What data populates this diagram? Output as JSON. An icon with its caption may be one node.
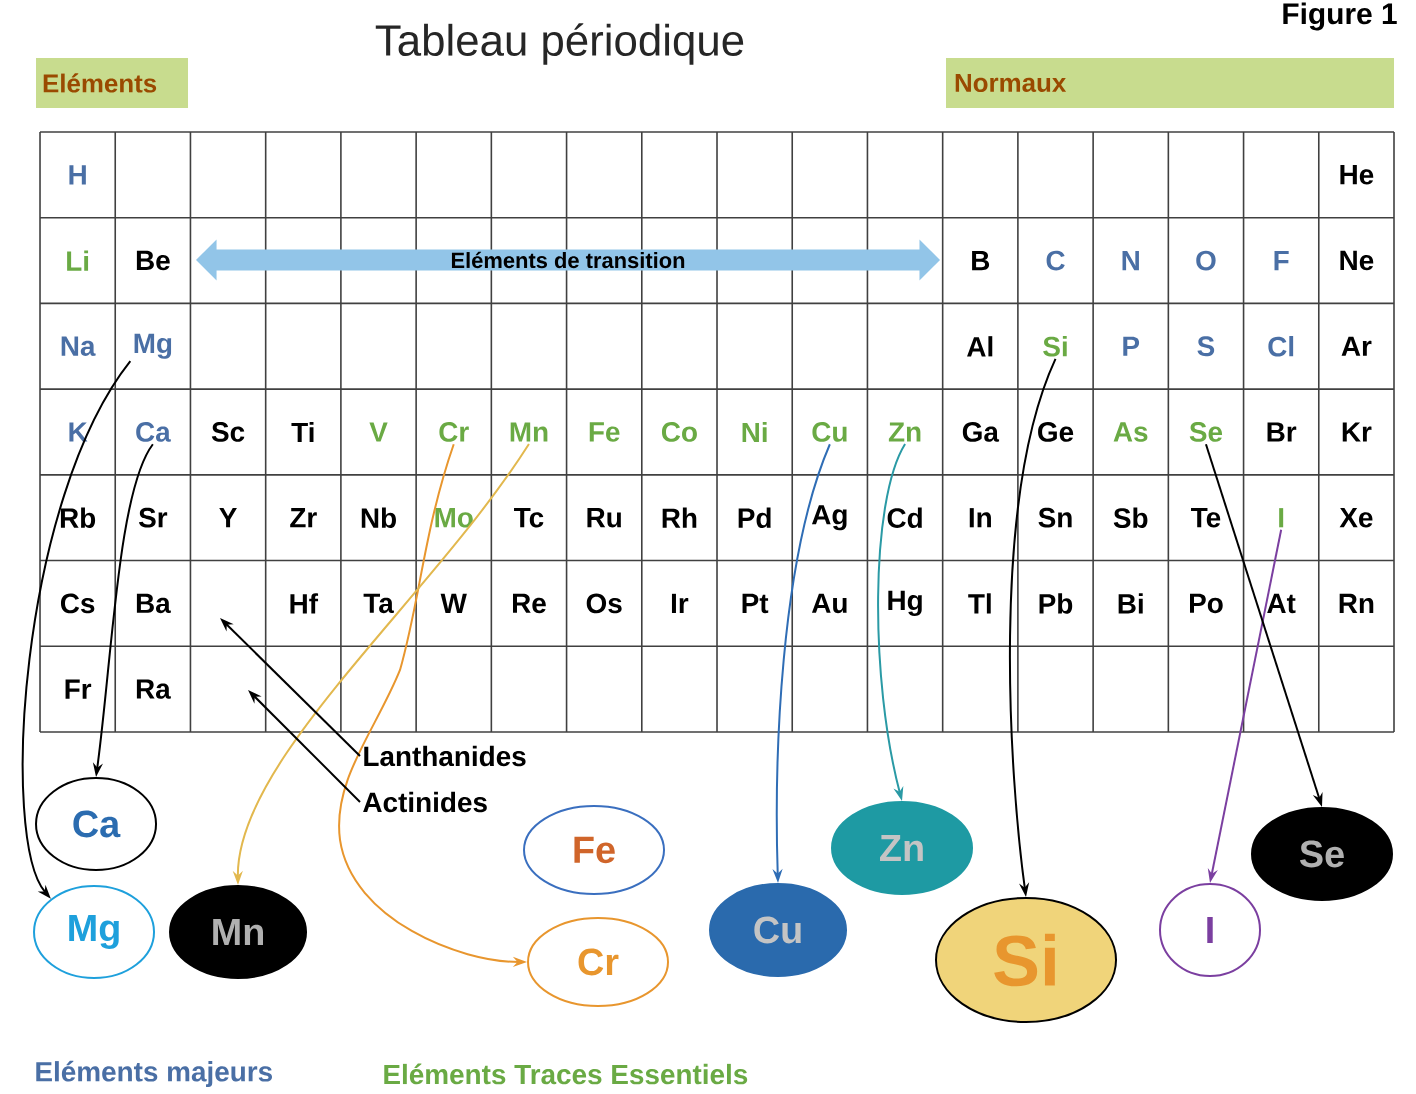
{
  "diagram": {
    "title": "Tableau périodique",
    "nodes": [
      {
        "text": [
          "Eléments"
        ]
      },
      {
        "text": [
          "Normaux"
        ]
      },
      {
        "text": [
          "H"
        ]
      },
      {
        "text": [
          "He"
        ]
      },
      {
        "text": [
          "Li"
        ]
      },
      {
        "text": [
          "Be"
        ]
      },
      {
        "text": [
          "Eléments de transition"
        ]
      },
      {
        "text": [
          "B"
        ]
      },
      {
        "text": [
          "C"
        ]
      },
      {
        "text": [
          "N"
        ]
      },
      {
        "text": [
          "O"
        ]
      },
      {
        "text": [
          "F"
        ]
      },
      {
        "text": [
          "Ne"
        ]
      },
      {
        "text": [
          "Na"
        ]
      },
      {
        "text": [
          "Mg"
        ]
      },
      {
        "text": [
          "Al"
        ]
      },
      {
        "text": [
          "Si"
        ]
      },
      {
        "text": [
          "P"
        ]
      },
      {
        "text": [
          "S"
        ]
      },
      {
        "text": [
          "Cl"
        ]
      },
      {
        "text": [
          "Ar"
        ]
      },
      {
        "text": [
          "K"
        ]
      },
      {
        "text": [
          "Ca"
        ]
      },
      {
        "text": [
          "Sc"
        ]
      },
      {
        "text": [
          "Ti"
        ]
      },
      {
        "text": [
          "V"
        ]
      },
      {
        "text": [
          "Cr"
        ]
      },
      {
        "text": [
          "Mn"
        ]
      },
      {
        "text": [
          "Fe"
        ]
      },
      {
        "text": [
          "Co"
        ]
      },
      {
        "text": [
          "Ni"
        ]
      },
      {
        "text": [
          "Cu"
        ]
      },
      {
        "text": [
          "Zn"
        ]
      },
      {
        "text": [
          "Ga"
        ]
      },
      {
        "text": [
          "Ge"
        ]
      },
      {
        "text": [
          "As"
        ]
      },
      {
        "text": [
          "Se"
        ]
      },
      {
        "text": [
          "Br"
        ]
      },
      {
        "text": [
          "Kr"
        ]
      },
      {
        "text": [
          "Rb"
        ]
      },
      {
        "text": [
          "Sr"
        ]
      },
      {
        "text": [
          "Y"
        ]
      },
      {
        "text": [
          "Zr"
        ]
      },
      {
        "text": [
          "Nb"
        ]
      },
      {
        "text": [
          "Mo"
        ]
      },
      {
        "text": [
          "Tc"
        ]
      },
      {
        "text": [
          "Ru"
        ]
      },
      {
        "text": [
          "Rh"
        ]
      },
      {
        "text": [
          "Pd"
        ]
      },
      {
        "text": [
          "Ag"
        ]
      },
      {
        "text": [
          "Cd"
        ]
      },
      {
        "text": [
          "In"
        ]
      },
      {
        "text": [
          "Sn"
        ]
      },
      {
        "text": [
          "Sb"
        ]
      },
      {
        "text": [
          "Te"
        ]
      },
      {
        "text": [
          "I"
        ]
      },
      {
        "text": [
          "Xe"
        ]
      },
      {
        "text": [
          "Cs"
        ]
      },
      {
        "text": [
          "Ba"
        ]
      },
      {
        "text": [
          "Hf"
        ]
      },
      {
        "text": [
          "Ta"
        ]
      },
      {
        "text": [
          "W"
        ]
      },
      {
        "text": [
          "Re"
        ]
      },
      {
        "text": [
          "Os"
        ]
      },
      {
        "text": [
          "Ir"
        ]
      },
      {
        "text": [
          "Pt"
        ]
      },
      {
        "text": [
          "Au"
        ]
      },
      {
        "text": [
          "Hg"
        ]
      },
      {
        "text": [
          "Tl"
        ]
      },
      {
        "text": [
          "Pb"
        ]
      },
      {
        "text": [
          "Bi"
        ]
      },
      {
        "text": [
          "Po"
        ]
      },
      {
        "text": [
          "At"
        ]
      },
      {
        "text": [
          "Rn"
        ]
      },
      {
        "text": [
          "Fr"
        ]
      },
      {
        "text": [
          "Ra"
        ]
      },
      {
        "text": [
          "Lanthanides"
        ]
      },
      {
        "text": [
          "Actinides"
        ]
      },
      {
        "text": [
          "Ca"
        ]
      },
      {
        "text": [
          "Fe"
        ]
      },
      {
        "text": [
          "Zn"
        ]
      },
      {
        "text": [
          "Se"
        ]
      },
      {
        "text": [
          "Mg"
        ]
      },
      {
        "text": [
          "Mn"
        ]
      },
      {
        "text": [
          "Cr"
        ]
      },
      {
        "text": [
          "Cu"
        ]
      },
      {
        "text": [
          "Si"
        ]
      },
      {
        "text": [
          "I"
        ]
      }
    ],
    "edges": [
      {
        "from": 14,
        "to": 82,
        "arrow": "to"
      },
      {
        "from": 22,
        "to": 78,
        "arrow": "to"
      },
      {
        "from": 26,
        "to": 84,
        "arrow": "to",
        "color": "#e8962e"
      },
      {
        "from": 27,
        "to": 83,
        "arrow": "to",
        "color": "#e2b84e"
      },
      {
        "from": 31,
        "to": 85,
        "arrow": "to",
        "color": "#2f6db5"
      },
      {
        "from": 32,
        "to": 80,
        "arrow": "to",
        "color": "#2a9aa5"
      },
      {
        "from": 16,
        "to": 86,
        "arrow": "to"
      },
      {
        "from": 55,
        "to": 87,
        "arrow": "to",
        "color": "#7b3fa0"
      },
      {
        "from": 36,
        "to": 81,
        "arrow": "to"
      },
      {
        "from": 76,
        "to": null,
        "arrow": "to"
      },
      {
        "from": 77,
        "to": null,
        "arrow": "to"
      }
    ],
    "labels": [
      "Figure 1",
      "Eléments majeurs",
      "Eléments Traces Essentiels"
    ]
  }
}
